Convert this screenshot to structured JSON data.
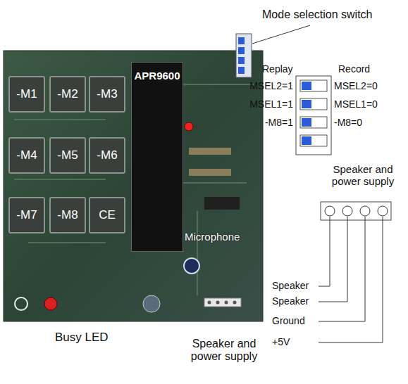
{
  "diagram": {
    "nodes": [
      {
        "text": [
          "Microphone"
        ]
      },
      {
        "text": [
          "-M1"
        ],
        "in": 0
      },
      {
        "text": [
          "-M2"
        ],
        "in": 0
      },
      {
        "text": [
          "-M3"
        ],
        "in": 0
      },
      {
        "text": [
          "-M4"
        ],
        "in": 0
      },
      {
        "text": [
          "-M5"
        ],
        "in": 0
      },
      {
        "text": [
          "-M6"
        ],
        "in": 0
      },
      {
        "text": [
          "-M7"
        ],
        "in": 0
      },
      {
        "text": [
          "-M8"
        ],
        "in": 0
      },
      {
        "text": [
          "CE"
        ],
        "in": 0
      },
      {
        "text": [
          "APR9600"
        ],
        "in": 0
      }
    ],
    "labels": [
      "Mode selection switch",
      "Replay",
      "Record",
      "MSEL2=1",
      "MSEL1=1",
      "-M8=1",
      "MSEL2=0",
      "MSEL1=0",
      "-M8=0",
      "Speaker and power supply",
      "Speaker",
      "Speaker",
      "Ground",
      "+5V",
      "Busy LED",
      "Speaker and power supply"
    ]
  }
}
